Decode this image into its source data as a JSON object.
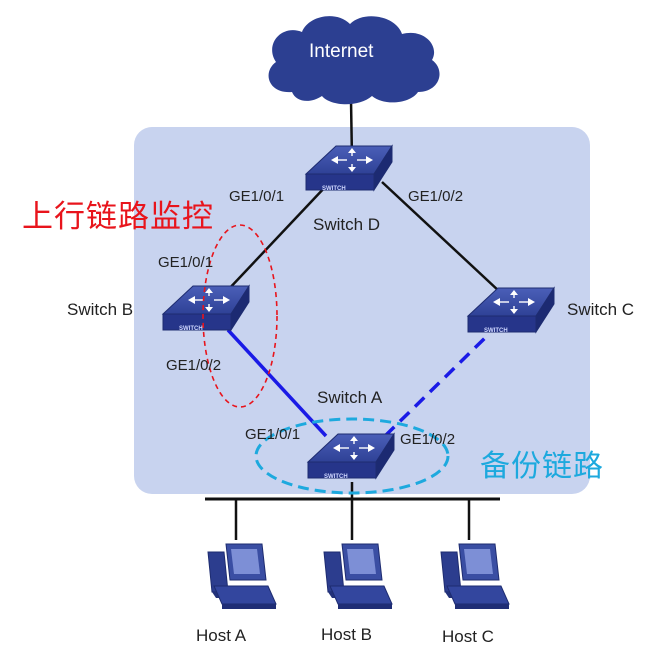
{
  "internet": {
    "label": "Internet"
  },
  "switches": {
    "d": {
      "name": "Switch D",
      "port_left": "GE1/0/1",
      "port_right": "GE1/0/2"
    },
    "b": {
      "name": "Switch B",
      "port_up": "GE1/0/1",
      "port_down": "GE1/0/2"
    },
    "c": {
      "name": "Switch C"
    },
    "a": {
      "name": "Switch A",
      "port_left": "GE1/0/1",
      "port_right": "GE1/0/2"
    }
  },
  "device_badge": "SWITCH",
  "hosts": [
    "Host A",
    "Host B",
    "Host C"
  ],
  "annotations": {
    "uplink_monitor": "上行链路监控",
    "backup_link": "备份链路"
  },
  "colors": {
    "region_fill": "#c8d3ef",
    "cloud": "#2c3f91",
    "switch": "#33469e",
    "link_black": "#111111",
    "link_blue": "#1a1ae6",
    "red_annotation": "#e8141c",
    "blue_annotation": "#1da9de",
    "host": "#2c3d8e"
  },
  "icons": [
    "cloud-icon",
    "switch-icon",
    "computer-icon"
  ]
}
